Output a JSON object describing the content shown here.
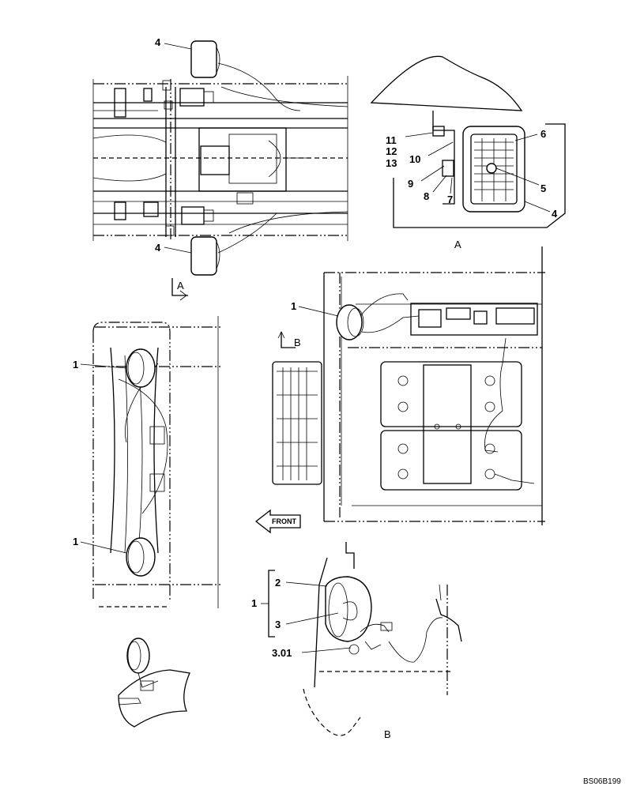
{
  "drawing_id": "BS06B199",
  "views": {
    "top_view": {
      "callouts": [
        "4",
        "4"
      ],
      "section_marker": "A"
    },
    "detail_a": {
      "caption": "A",
      "callouts": [
        "11",
        "12",
        "13",
        "10",
        "9",
        "8",
        "7",
        "6",
        "5",
        "4"
      ]
    },
    "right_view": {
      "callouts": [
        "1"
      ],
      "section_marker": "B",
      "front_label": "FRONT"
    },
    "left_view": {
      "callouts": [
        "1",
        "1"
      ]
    },
    "detail_b": {
      "caption": "B",
      "group_callout": "1",
      "callouts": [
        "2",
        "3",
        "3.01"
      ]
    }
  }
}
